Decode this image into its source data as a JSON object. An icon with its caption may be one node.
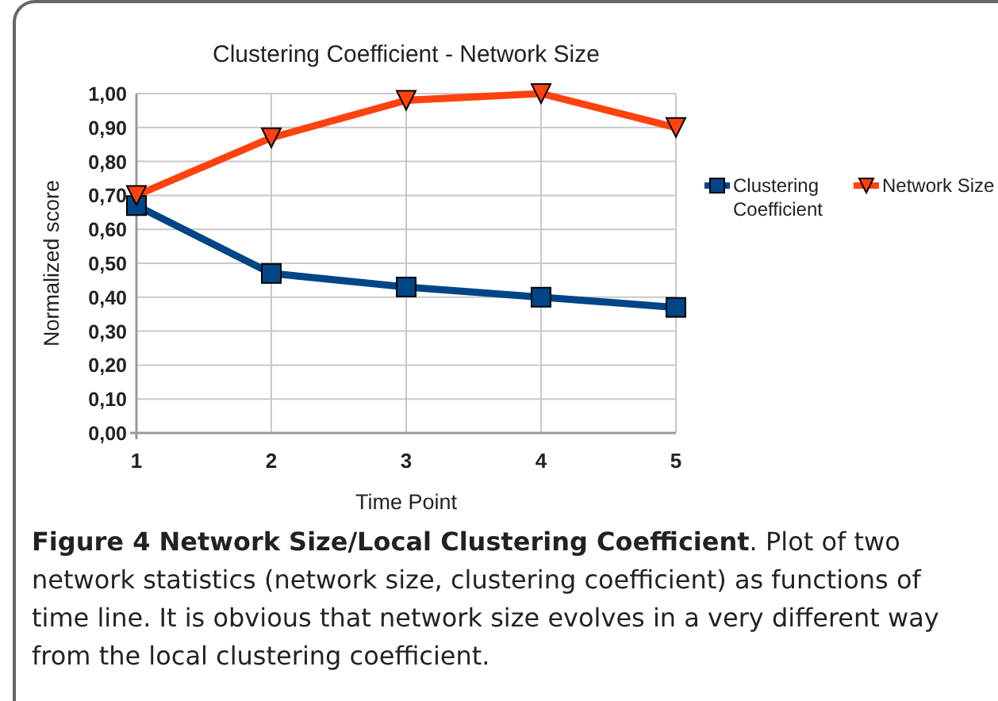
{
  "diagram": {
    "caption": "**Figure 4 Network Size/Local Clustering Coefficient**. Plot of two network statistics (network size, clustering coefficient) as functions of time line. It is obvious that network size evolves in a very different way from the local clustering coefficient.",
    "chart_data": {
      "type": "line",
      "title": "Clustering Coefficient - Network Size",
      "xlabel": "Time Point",
      "ylabel": "Normalized score",
      "categories": [
        "1",
        "2",
        "3",
        "4",
        "5"
      ],
      "series": [
        {
          "name": "Clustering Coefficient",
          "color": "#004586",
          "marker": "square",
          "values": [
            0.67,
            0.47,
            0.43,
            0.4,
            0.37
          ]
        },
        {
          "name": "Network Size",
          "color": "#ff420e",
          "marker": "triangle-down",
          "values": [
            0.7,
            0.87,
            0.98,
            1.0,
            0.9
          ]
        }
      ],
      "ylim": [
        0,
        1
      ],
      "grid": true,
      "legend": true,
      "yticks": [
        {
          "value": 0,
          "label": "0,00"
        },
        {
          "value": 0.1,
          "label": "0,10"
        },
        {
          "value": 0.2,
          "label": "0,20"
        },
        {
          "value": 0.3,
          "label": "0,30"
        },
        {
          "value": 0.4,
          "label": "0,40"
        },
        {
          "value": 0.5,
          "label": "0,50"
        },
        {
          "value": 0.6,
          "label": "0,60"
        },
        {
          "value": 0.7,
          "label": "0,70"
        },
        {
          "value": 0.8,
          "label": "0,80"
        },
        {
          "value": 0.9,
          "label": "0,90"
        },
        {
          "value": 1,
          "label": "1,00"
        }
      ]
    }
  }
}
